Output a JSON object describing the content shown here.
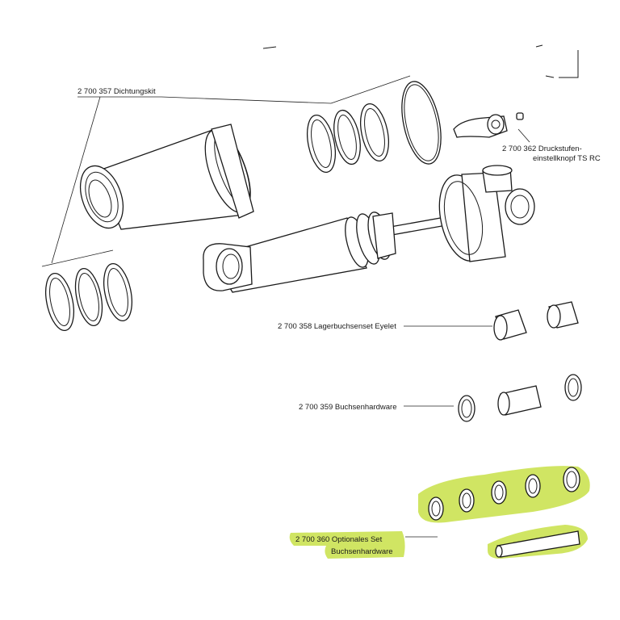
{
  "labels": {
    "seal_kit": "2 700 357 Dichtungskit",
    "knob_line1": "2 700 362 Druckstufen-",
    "knob_line2": "einstellknopf TS RC",
    "eyelet_bushings": "2 700 358 Lagerbuchsenset Eyelet",
    "bushing_hardware": "2 700 359 Buchsenhardware",
    "optional_line1": "2 700 360 Optionales Set",
    "optional_line2": "Buchsenhardware"
  },
  "colors": {
    "highlight": "#c8e048",
    "line": "#1a1a1a",
    "background": "#ffffff"
  }
}
